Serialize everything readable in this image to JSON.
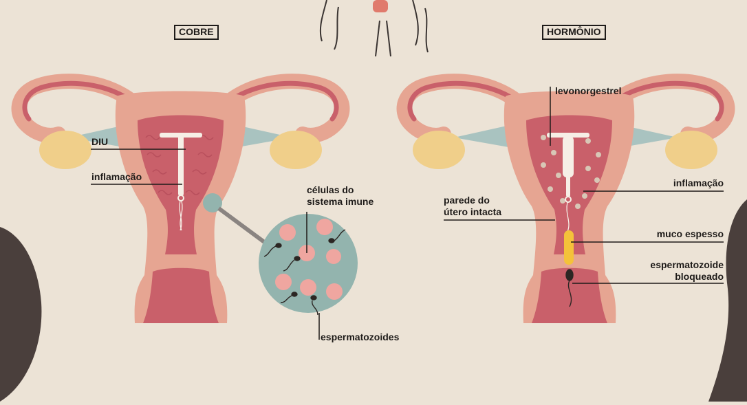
{
  "panels": {
    "left": {
      "title": "COBRE"
    },
    "right": {
      "title": "HORMÔNIO"
    }
  },
  "labels": {
    "diu": "DIU",
    "inflamacao_left": "inflamação",
    "celulas_line1": "células do",
    "celulas_line2": "sistema imune",
    "espermatozoides": "espermatozoides",
    "levonorgestrel": "levonorgestrel",
    "inflamacao_right": "inflamação",
    "parede_line1": "parede do",
    "parede_line2": "útero intacta",
    "muco": "muco espesso",
    "esperma_line1": "espermatozoide",
    "esperma_line2": "bloqueado"
  },
  "colors": {
    "background": "#ece3d6",
    "uterus_outer": "#e6a592",
    "uterus_inner": "#c9606a",
    "endometrium": "#b84f5c",
    "ovary": "#f0cf8a",
    "ligament": "#a9c3c0",
    "magnifier": "#93b4ae",
    "immune_cell": "#efa6a0",
    "mucus": "#f4c23a",
    "rock": "#4a3f3c"
  }
}
